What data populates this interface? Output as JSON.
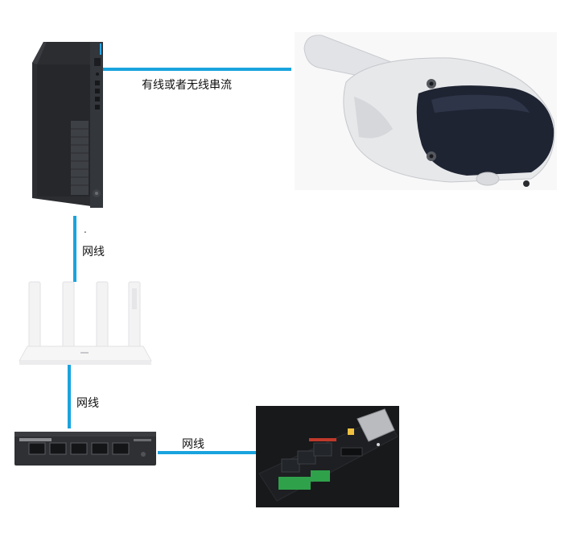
{
  "labels": {
    "stream": "有线或者无线串流",
    "cable_pc_router": "网线",
    "cable_router_switch": "网线",
    "cable_switch_board": "网线"
  },
  "devices": {
    "pc": "pc-tower",
    "headset": "vr-headset",
    "router": "wifi-router",
    "switch": "ethernet-switch",
    "board": "relay-control-board"
  },
  "colors": {
    "link": "#1aa3de",
    "pc_body": "#2b2d31",
    "headset_shell": "#e7e8ea",
    "headset_visor": "#1f2433",
    "router_body": "#f6f6f6",
    "switch_body": "#2e3033",
    "board_bg": "#18191b",
    "board_pcb": "#1e1f22",
    "terminal_green": "#2fa14b"
  }
}
